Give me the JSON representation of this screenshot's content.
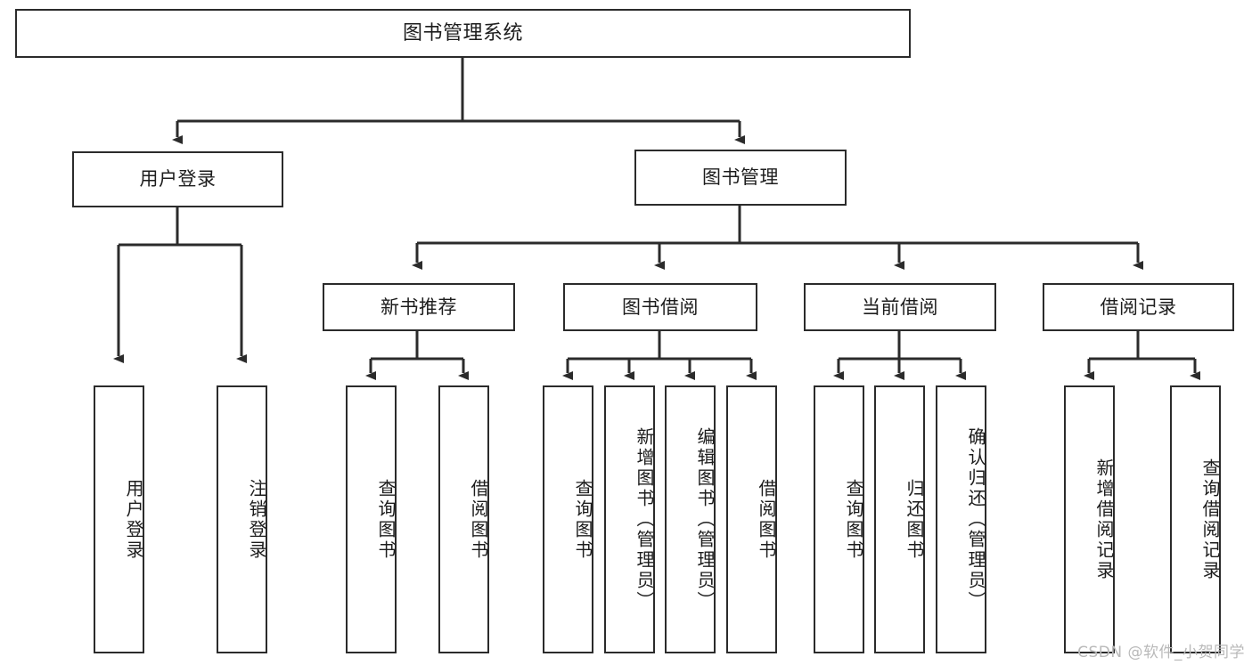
{
  "diagram": {
    "type": "org-tree",
    "title": "图书管理系统",
    "watermark": "CSDN @软件_小贺同学",
    "colors": {
      "stroke": "#2b2b2b",
      "fill": "#ffffff",
      "text": "#1d1d1d",
      "watermark": "#b9b9b9"
    },
    "root": {
      "label": "图书管理系统",
      "orientation": "horizontal"
    },
    "level2": [
      {
        "label": "用户登录",
        "orientation": "horizontal"
      },
      {
        "label": "图书管理",
        "orientation": "horizontal"
      }
    ],
    "level3": [
      {
        "label": "新书推荐",
        "orientation": "horizontal"
      },
      {
        "label": "图书借阅",
        "orientation": "horizontal"
      },
      {
        "label": "当前借阅",
        "orientation": "horizontal"
      },
      {
        "label": "借阅记录",
        "orientation": "horizontal"
      }
    ],
    "leaves": {
      "user_login": [
        {
          "label": "用户登录",
          "orientation": "vertical"
        },
        {
          "label": "注销登录",
          "orientation": "vertical"
        }
      ],
      "new_book_recommend": [
        {
          "label": "查询图书",
          "orientation": "vertical"
        },
        {
          "label": "借阅图书",
          "orientation": "vertical"
        }
      ],
      "book_borrow": [
        {
          "label": "查询图书",
          "orientation": "vertical"
        },
        {
          "label": "新增图书（管理员）",
          "orientation": "vertical"
        },
        {
          "label": "编辑图书（管理员）",
          "orientation": "vertical"
        },
        {
          "label": "借阅图书",
          "orientation": "vertical"
        }
      ],
      "current_borrow": [
        {
          "label": "查询图书",
          "orientation": "vertical"
        },
        {
          "label": "归还图书",
          "orientation": "vertical"
        },
        {
          "label": "确认归还（管理员）",
          "orientation": "vertical"
        }
      ],
      "borrow_record": [
        {
          "label": "新增借阅记录",
          "orientation": "vertical"
        },
        {
          "label": "查询借阅记录",
          "orientation": "vertical"
        }
      ]
    }
  }
}
